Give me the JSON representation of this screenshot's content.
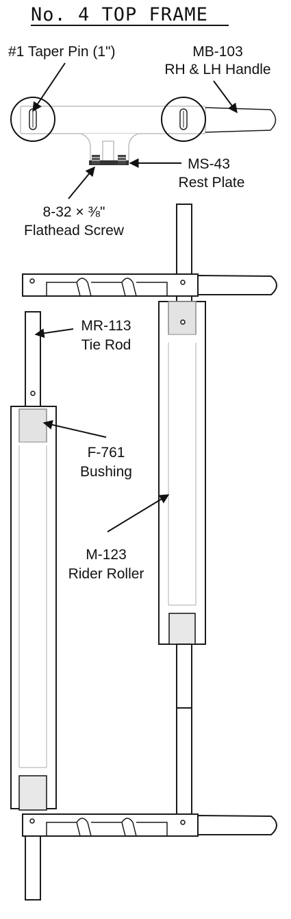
{
  "title": "No. 4 TOP FRAME",
  "labels": {
    "taper_pin": "#1 Taper Pin (1\")",
    "handle_part": "MB-103",
    "handle_desc": "RH & LH Handle",
    "rest_plate_part": "MS-43",
    "rest_plate_desc": "Rest Plate",
    "screw_part": "8-32 × ⅜\"",
    "screw_desc": "Flathead Screw",
    "tie_rod_part": "MR-113",
    "tie_rod_desc": "Tie Rod",
    "bushing_part": "F-761",
    "bushing_desc": "Bushing",
    "roller_part": "M-123",
    "roller_desc": "Rider Roller"
  }
}
